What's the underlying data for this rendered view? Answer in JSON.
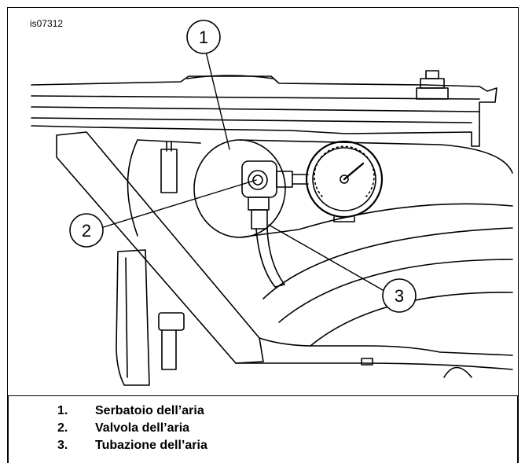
{
  "figure": {
    "id_label": "is07312",
    "callouts": [
      {
        "number": "1",
        "part": "air-tank"
      },
      {
        "number": "2",
        "part": "air-valve"
      },
      {
        "number": "3",
        "part": "air-line"
      }
    ]
  },
  "legend": [
    {
      "number": "1.",
      "label": "Serbatoio dell’aria"
    },
    {
      "number": "2.",
      "label": "Valvola dell’aria"
    },
    {
      "number": "3.",
      "label": "Tubazione dell’aria"
    }
  ],
  "colors": {
    "line": "#000000",
    "background": "#ffffff"
  }
}
